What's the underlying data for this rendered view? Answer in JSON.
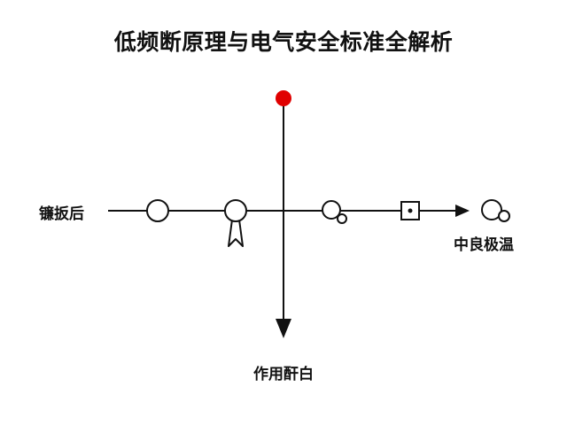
{
  "title": "低频断原理与电气安全标准全解析",
  "labels": {
    "left": "镰扳后",
    "right": "中良极温",
    "bottom": "作用酐白"
  },
  "colors": {
    "stroke": "#111111",
    "accent_dot": "#e00000",
    "background": "#ffffff"
  },
  "symbols": [
    "circle-node",
    "ribbon-node",
    "circle-with-small-circle-node",
    "box-with-dot-node",
    "circle-with-small-circle-end-node"
  ]
}
